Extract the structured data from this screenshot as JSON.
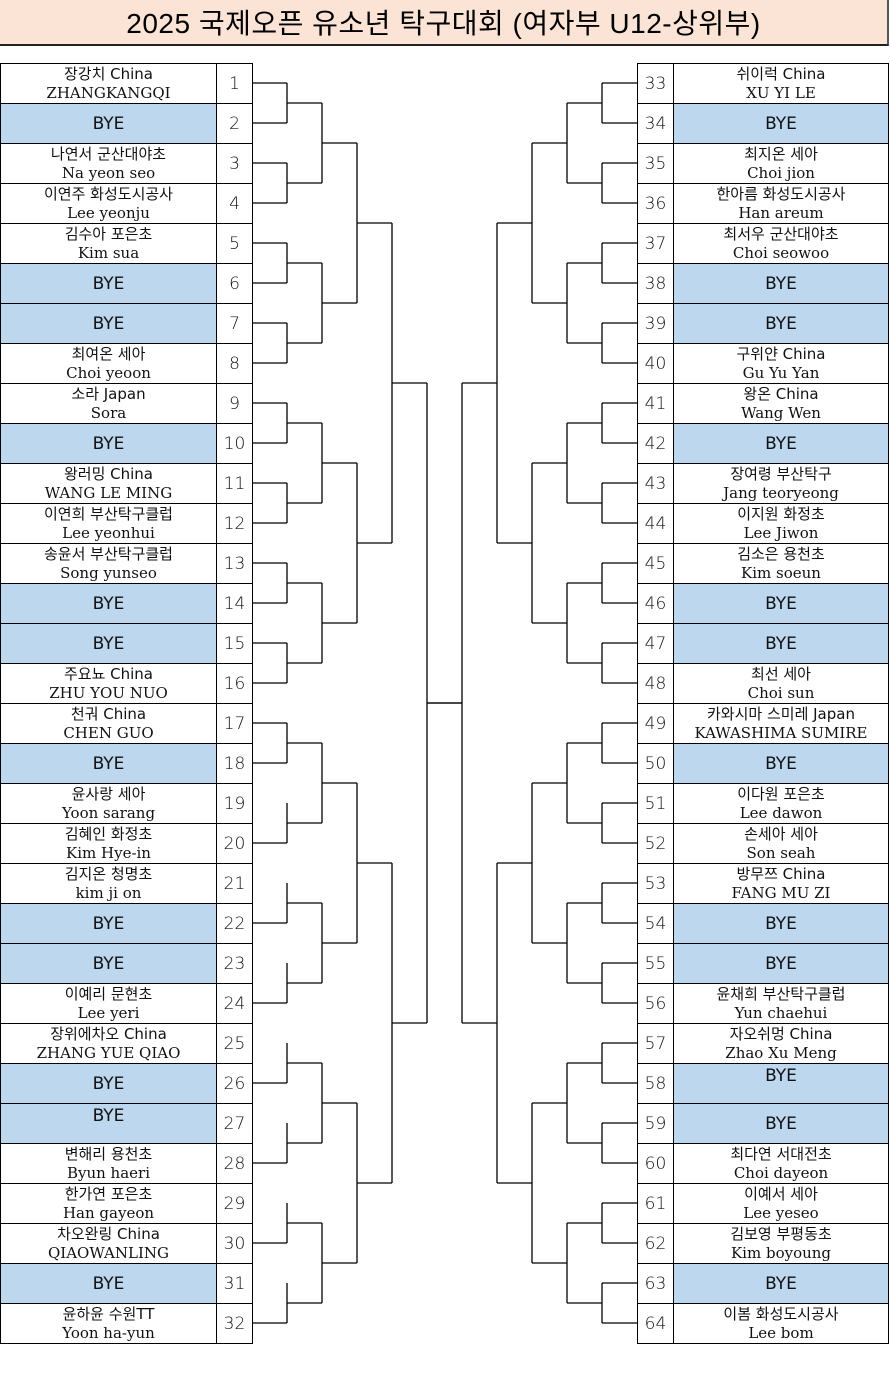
{
  "title": "2025 국제오픈 유소년 탁구대회 (여자부 U12-상위부)",
  "colors": {
    "title_bg": "#fbe3d6",
    "bye_bg": "#bdd7ee"
  },
  "left": [
    {
      "seed": "1",
      "line1": "장강치 China",
      "line2": "ZHANGKANGQI"
    },
    {
      "seed": "2",
      "bye": "BYE"
    },
    {
      "seed": "3",
      "line1": "나연서  군산대야초",
      "line2": "Na yeon seo"
    },
    {
      "seed": "4",
      "line1": "이연주  화성도시공사",
      "line2": "Lee yeonju"
    },
    {
      "seed": "5",
      "line1": "김수아 포은초",
      "line2": "Kim sua"
    },
    {
      "seed": "6",
      "bye": "BYE"
    },
    {
      "seed": "7",
      "bye": "BYE"
    },
    {
      "seed": "8",
      "line1": "최여온 세아",
      "line2": "Choi yeoon"
    },
    {
      "seed": "9",
      "line1": "소라 Japan",
      "line2": "Sora"
    },
    {
      "seed": "10",
      "bye": "BYE"
    },
    {
      "seed": "11",
      "line1": "왕러밍 China",
      "line2": "WANG LE MING"
    },
    {
      "seed": "12",
      "line1": "이연희  부산탁구클럽",
      "line2": "Lee yeonhui"
    },
    {
      "seed": "13",
      "line1": "송윤서 부산탁구클럽",
      "line2": "Song yunseo"
    },
    {
      "seed": "14",
      "bye": "BYE"
    },
    {
      "seed": "15",
      "bye": "BYE"
    },
    {
      "seed": "16",
      "line1": "주요뇨 China",
      "line2": "ZHU YOU NUO"
    },
    {
      "seed": "17",
      "line1": "천궈  China",
      "line2": "CHEN GUO"
    },
    {
      "seed": "18",
      "bye": "BYE"
    },
    {
      "seed": "19",
      "line1": "윤사랑 세아",
      "line2": "Yoon sarang"
    },
    {
      "seed": "20",
      "line1": "김혜인 화정초",
      "line2": "Kim Hye-in"
    },
    {
      "seed": "21",
      "line1": "김지온 청명초",
      "line2": "kim ji on"
    },
    {
      "seed": "22",
      "bye": "BYE"
    },
    {
      "seed": "23",
      "bye": "BYE"
    },
    {
      "seed": "24",
      "line1": "이예리 문현초",
      "line2": "Lee yeri"
    },
    {
      "seed": "25",
      "line1": "장위에차오 China",
      "line2": "ZHANG YUE QIAO"
    },
    {
      "seed": "26",
      "bye": "BYE"
    },
    {
      "seed": "27",
      "bye": "BYE",
      "bye_top": true
    },
    {
      "seed": "28",
      "line1": "변해리 용천초",
      "line2": "Byun haeri"
    },
    {
      "seed": "29",
      "line1": "한가연  포은초",
      "line2": "Han gayeon"
    },
    {
      "seed": "30",
      "line1": "차오완링  China",
      "line2": "QIAOWANLING"
    },
    {
      "seed": "31",
      "bye": "BYE"
    },
    {
      "seed": "32",
      "line1": "윤하윤 수원TT",
      "line2": "Yoon ha-yun"
    }
  ],
  "right": [
    {
      "seed": "33",
      "line1": "쉬이럭  China",
      "line2": "XU YI LE"
    },
    {
      "seed": "34",
      "bye": "BYE"
    },
    {
      "seed": "35",
      "line1": "최지온 세아",
      "line2": "Choi jion"
    },
    {
      "seed": "36",
      "line1": "한아름  화성도시공사",
      "line2": "Han areum"
    },
    {
      "seed": "37",
      "line1": "최서우  군산대야초",
      "line2": "Choi seowoo"
    },
    {
      "seed": "38",
      "bye": "BYE"
    },
    {
      "seed": "39",
      "bye": "BYE"
    },
    {
      "seed": "40",
      "line1": "구위얀 China",
      "line2": "Gu Yu Yan"
    },
    {
      "seed": "41",
      "line1": "왕온   China",
      "line2": "Wang Wen"
    },
    {
      "seed": "42",
      "bye": "BYE"
    },
    {
      "seed": "43",
      "line1": "장여령 부산탁구",
      "line2": "Jang teoryeong"
    },
    {
      "seed": "44",
      "line1": "이지원 화정초",
      "line2": "Lee Jiwon"
    },
    {
      "seed": "45",
      "line1": "김소은 용천초",
      "line2": "Kim soeun"
    },
    {
      "seed": "46",
      "bye": "BYE"
    },
    {
      "seed": "47",
      "bye": "BYE"
    },
    {
      "seed": "48",
      "line1": "최선 세아",
      "line2": "Choi sun"
    },
    {
      "seed": "49",
      "line1": "카와시마 스미레 Japan",
      "line2": "KAWASHIMA SUMIRE"
    },
    {
      "seed": "50",
      "bye": "BYE"
    },
    {
      "seed": "51",
      "line1": "이다원 포은초",
      "line2": "Lee dawon"
    },
    {
      "seed": "52",
      "line1": "손세아 세아",
      "line2": "Son seah"
    },
    {
      "seed": "53",
      "line1": "방무쯔  China",
      "line2": "FANG MU ZI"
    },
    {
      "seed": "54",
      "bye": "BYE"
    },
    {
      "seed": "55",
      "bye": "BYE"
    },
    {
      "seed": "56",
      "line1": "윤채희 부산탁구클럽",
      "line2": "Yun chaehui"
    },
    {
      "seed": "57",
      "line1": "자오쉬멍  China",
      "line2": "Zhao Xu Meng"
    },
    {
      "seed": "58",
      "bye": "BYE",
      "bye_top": true
    },
    {
      "seed": "59",
      "bye": "BYE"
    },
    {
      "seed": "60",
      "line1": "최다연 서대전초",
      "line2": "Choi dayeon"
    },
    {
      "seed": "61",
      "line1": "이예서 세아",
      "line2": "Lee yeseo"
    },
    {
      "seed": "62",
      "line1": "김보영 부평동초",
      "line2": "Kim boyoung"
    },
    {
      "seed": "63",
      "bye": "BYE"
    },
    {
      "seed": "64",
      "line1": "이봄  화성도시공사",
      "line2": "Lee bom"
    }
  ]
}
